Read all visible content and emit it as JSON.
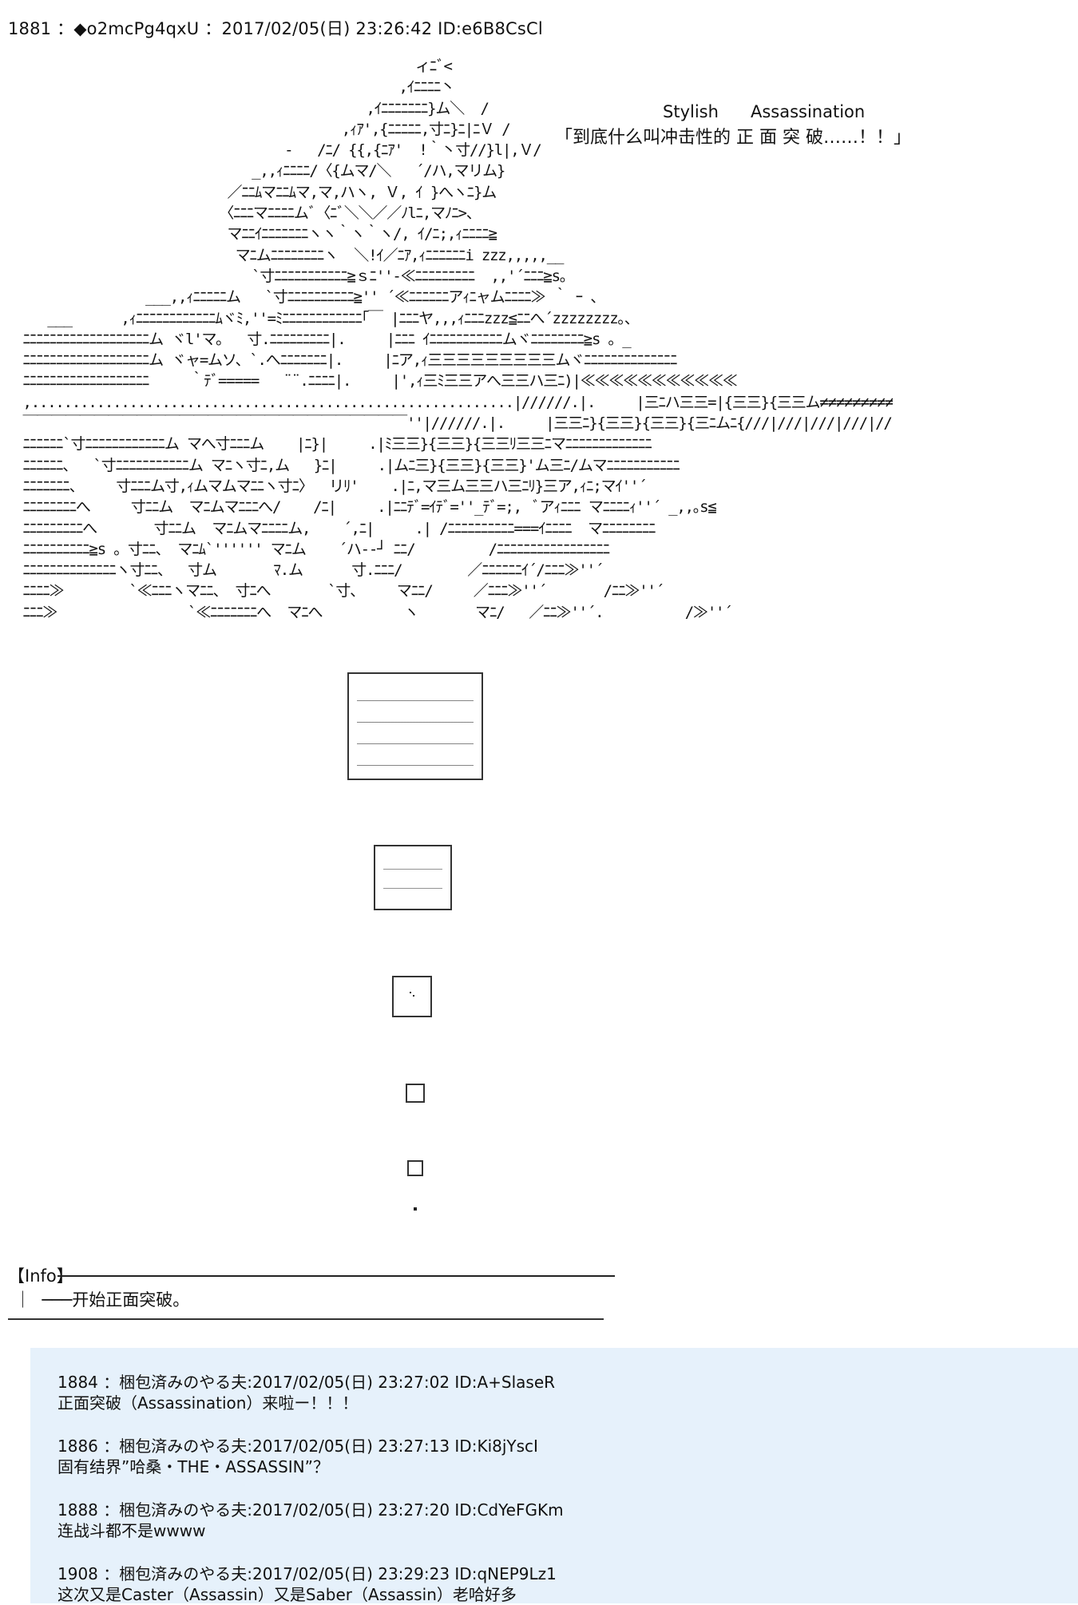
{
  "post": {
    "header": "1881 ：◆o2mcPg4qxU ：2017/02/05(日) 23:26:42 ID:e6B8CsCl"
  },
  "art": {
    "caption_en": "Stylish      Assassination",
    "caption_zh": "「到底什么叫冲击性的 正 面 突 破……！！」",
    "lines": [
      "                                                  ィﾆﾞ<",
      "                                                ,ｲﾆﾆﾆﾆ丶",
      "                                            ,ｲﾆﾆﾆﾆﾆﾆﾆ}ム＼  /",
      "                                         ,ｨｱ',{ﾆﾆﾆﾆﾆ,寸ﾆ}ﾆ|ﾆＶ /",
      "                                  -   /ﾆ/ {{,{ﾆｱ'  !｀丶寸//}l|,Ｖ/",
      "                              _,,ｨﾆﾆﾆﾆ/〈{ムマ/＼   ´/ハ,マリム}",
      "                           ／ﾆﾆﾑマﾆﾆﾑマ,マ,ハヽ, Ｖ, ｲ }へヽﾆ}ム",
      "                          〈ﾆﾆﾆマﾆﾆﾆﾆムﾞ〈ﾆﾞ＼＼／／ﾉlﾆ,マﾉﾆ>、",
      "                           マﾆﾆｲﾆﾆﾆﾆﾆﾆﾆヽヽ｀ヽ｀ヽ/, ｲ/ﾆ;,ｨﾆﾆﾆﾆ≧",
      "                            マﾆムﾆﾆﾆﾆﾆﾆﾆﾆヽ  ＼!ｲ／ﾆｱ,ｨﾆﾆﾆﾆﾆﾆi zzz,,,,,__",
      "                              `寸ﾆﾆﾆﾆﾆﾆﾆﾆﾆﾆﾆ≧ｓﾆ''‐≪ﾆﾆﾆﾆﾆﾆﾆﾆﾆ  ,,'´ﾆﾆﾆ≧s｡",
      "                 ___,,ｨﾆﾆﾆﾆﾆム   `寸ﾆﾆﾆﾆﾆﾆﾆﾆﾆﾆ≧'' ´≪ﾆﾆﾆﾆﾆﾆアｨﾆャムﾆﾆﾆﾆ≫ ｀ ｰ 、",
      "     ___      ,ｨﾆﾆﾆﾆﾆﾆﾆﾆﾆﾆﾆﾆﾑヾﾐ,''=ﾐﾆﾆﾆﾆﾆﾆﾆﾆﾆﾆﾆﾆ｢￣ |ﾆﾆﾆヤ,,,ｨﾆﾆﾆzzz≦ﾆﾆへ´zzzzzzzz｡、",
      "  ﾆﾆﾆﾆﾆﾆﾆﾆﾆﾆﾆﾆﾆﾆﾆﾆﾆﾆﾆム ヾl'マ｡   寸.ﾆﾆﾆﾆﾆﾆﾆﾆﾆ|.     |ﾆﾆﾆ ｲﾆﾆﾆﾆﾆﾆﾆﾆﾆﾆﾆムヾﾆﾆﾆﾆﾆﾆﾆﾆ≧s 。_",
      "  ﾆﾆﾆﾆﾆﾆﾆﾆﾆﾆﾆﾆﾆﾆﾆﾆﾆﾆﾆム ヾャ=ムソ、`.へﾆﾆﾆﾆﾆﾆﾆ|.     |ﾆア,ｨ三三三三三三三三三ムヾﾆﾆﾆﾆﾆﾆﾆﾆﾆﾆﾆﾆﾆﾆ",
      "  ﾆﾆﾆﾆﾆﾆﾆﾆﾆﾆﾆﾆﾆﾆﾆﾆﾆﾆﾆ     ｀ﾃﾞ=====   ¨¨.ﾆﾆﾆﾆ|.     |',ｨ三ﾐ三三アへ三三ハ三ﾆ)|≪≪≪≪≪≪≪≪≪≪≪",
      "  ,...........................................................|//////.|.     |三ﾆハ三三=|{三三}{三三ム≠≠≠≠≠≠≠≠≠≠",
      "  ￣￣￣￣￣￣￣￣￣￣￣￣￣￣￣￣￣￣￣￣￣￣￣￣￣￣￣''|//////.|.     |三三ﾆ}{三三}{三三}{三ﾆムﾆ{///|///|///|///|//",
      "  ﾆﾆﾆﾆﾆﾆ`寸ﾆﾆﾆﾆﾆﾆﾆﾆﾆﾆﾆﾆム マへ寸ﾆﾆﾆム    |ﾆ}|     .|ﾐ三三}{三三}{三三ﾘ三三ﾆマﾆﾆﾆﾆﾆﾆﾆﾆﾆﾆﾆﾆﾆ",
      "  ﾆﾆﾆﾆﾆﾆ、  `寸ﾆﾆﾆﾆﾆﾆﾆﾆﾆﾆﾆム マﾆヽ寸ﾆ,ム   }ﾆ|     .|ムﾆ三}{三三}{三三}'ム三ﾆ/ムマﾆﾆﾆﾆﾆﾆﾆﾆﾆﾆﾆ",
      "  ﾆﾆﾆﾆﾆﾆﾆ、    寸ﾆﾆﾆム寸,ｨムマムマﾆﾆヽ寸ﾆ〉  リﾘ'    .|ﾆ,マ三ム三三ハ三ﾆﾘ}三ア,ｨﾆ;マｲ''´",
      "  ﾆﾆﾆﾆﾆﾆﾆﾆへ     寸ﾆﾆム  マﾆムマﾆﾆﾆへ/    /ﾆ|     .|ﾆﾆﾃﾞ=ｲﾃﾞ=''_ﾃﾞ=;,  ﾞアｨﾆﾆﾆ マﾆﾆﾆﾆｨ''´ _,,｡s≦",
      "  ﾆﾆﾆﾆﾆﾆﾆﾆﾆへ       寸ﾆﾆム  マﾆムマﾆﾆﾆﾆム,    ´,ﾆ|     .| /ﾆﾆﾆﾆﾆﾆﾆﾆﾆﾆ===ｲﾆﾆﾆﾆ  マﾆﾆﾆﾆﾆﾆﾆﾆ",
      "  ﾆﾆﾆﾆﾆﾆﾆﾆﾆﾆ≧s 。寸ﾆﾆ、 マﾆﾑ`'''''' マﾆム    ´ハ‐‐┘ ﾆﾆ/         /ﾆﾆﾆﾆﾆﾆﾆﾆﾆﾆﾆﾆﾆﾆﾆﾆﾆ",
      "  ﾆﾆﾆﾆﾆﾆﾆﾆﾆﾆﾆﾆﾆﾆヽ寸ﾆﾆ、  寸ム       ﾏ.ム      寸.ﾆﾆﾆ/        ／ﾆﾆﾆﾆﾆﾆｲ´/ﾆﾆﾆ≫''´",
      "  ﾆﾆﾆﾆ≫        `≪ﾆﾆﾆヽマﾆﾆ、 寸ﾆへ       `寸、    マﾆﾆ/     ／ﾆﾆﾆ≫''´       /ﾆﾆ≫''´",
      "  ﾆﾆﾆ≫                `≪ﾆﾆﾆﾆﾆﾆﾆへ  マﾆへ          ヽ       マﾆ/   ／ﾆﾆ≫''´.          /≫''´"
    ]
  },
  "info": {
    "label": "【Info】",
    "prefix": "｜",
    "text": "───开始正面突破。"
  },
  "comments": [
    {
      "meta": "1884 ：梱包済みのやる夫:2017/02/05(日) 23:27:02 ID:A+SlaseR",
      "text": "正面突破（Assassination）来啦ー！！！"
    },
    {
      "meta": "1886 ：梱包済みのやる夫:2017/02/05(日) 23:27:13 ID:Ki8jYscI",
      "text": "固有结界”哈桑・THE・ASSASSIN”？"
    },
    {
      "meta": "1888 ：梱包済みのやる夫:2017/02/05(日) 23:27:20 ID:CdYeFGKm",
      "text": "连战斗都不是wwww"
    },
    {
      "meta": "1908 ：梱包済みのやる夫:2017/02/05(日) 23:29:23 ID:qNEP9Lz1",
      "text": "这次又是Caster（Assassin）又是Saber（Assassin）老哈好多"
    }
  ]
}
